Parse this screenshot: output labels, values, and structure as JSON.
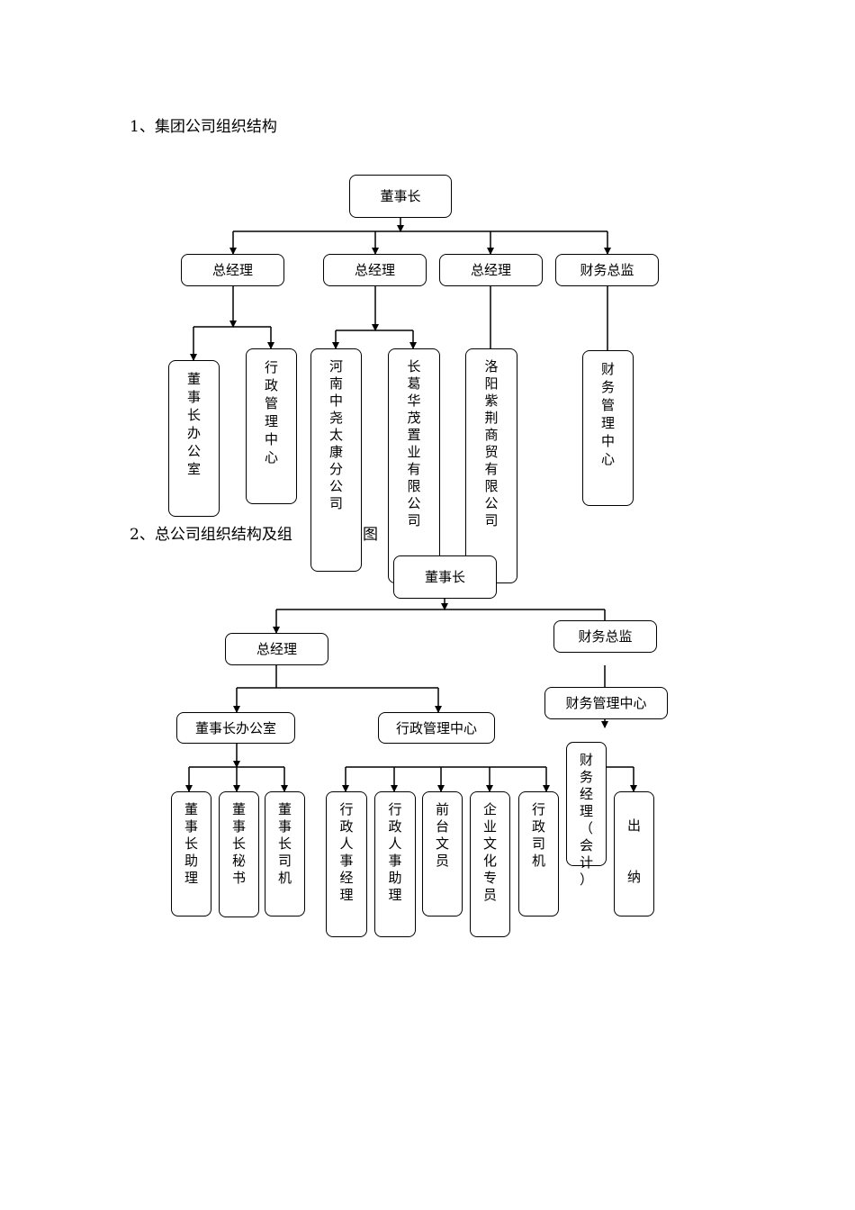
{
  "section1": {
    "heading": "1、集团公司组织结构",
    "chairman": "董事长",
    "gm1": "总经理",
    "gm2": "总经理",
    "gm3": "总经理",
    "cfo": "财务总监",
    "chairman_office": "董事长办公室",
    "admin_center": "行政管理中心",
    "henan_company": "河南中尧太康分公司",
    "changge_company": "长葛华茂置业有限公司",
    "luoyang_company": "洛阳紫荆商贸有限公司",
    "finance_center": "财务管理中心"
  },
  "section2": {
    "heading": "2、总公司组织结构及组",
    "heading_tail": "图",
    "chairman": "董事长",
    "gm": "总经理",
    "cfo": "财务总监",
    "chairman_office": "董事长办公室",
    "admin_center": "行政管理中心",
    "finance_center": "财务管理中心",
    "chairman_assistant": "董事长助理",
    "chairman_secretary": "董事长秘书",
    "chairman_driver": "董事长司机",
    "admin_hr_manager": "行政人事经理",
    "admin_hr_assistant": "行政人事助理",
    "receptionist": "前台文员",
    "culture_specialist": "企业文化专员",
    "admin_driver": "行政司机",
    "finance_manager": "财务经理（会计）",
    "cashier": "出纳"
  }
}
